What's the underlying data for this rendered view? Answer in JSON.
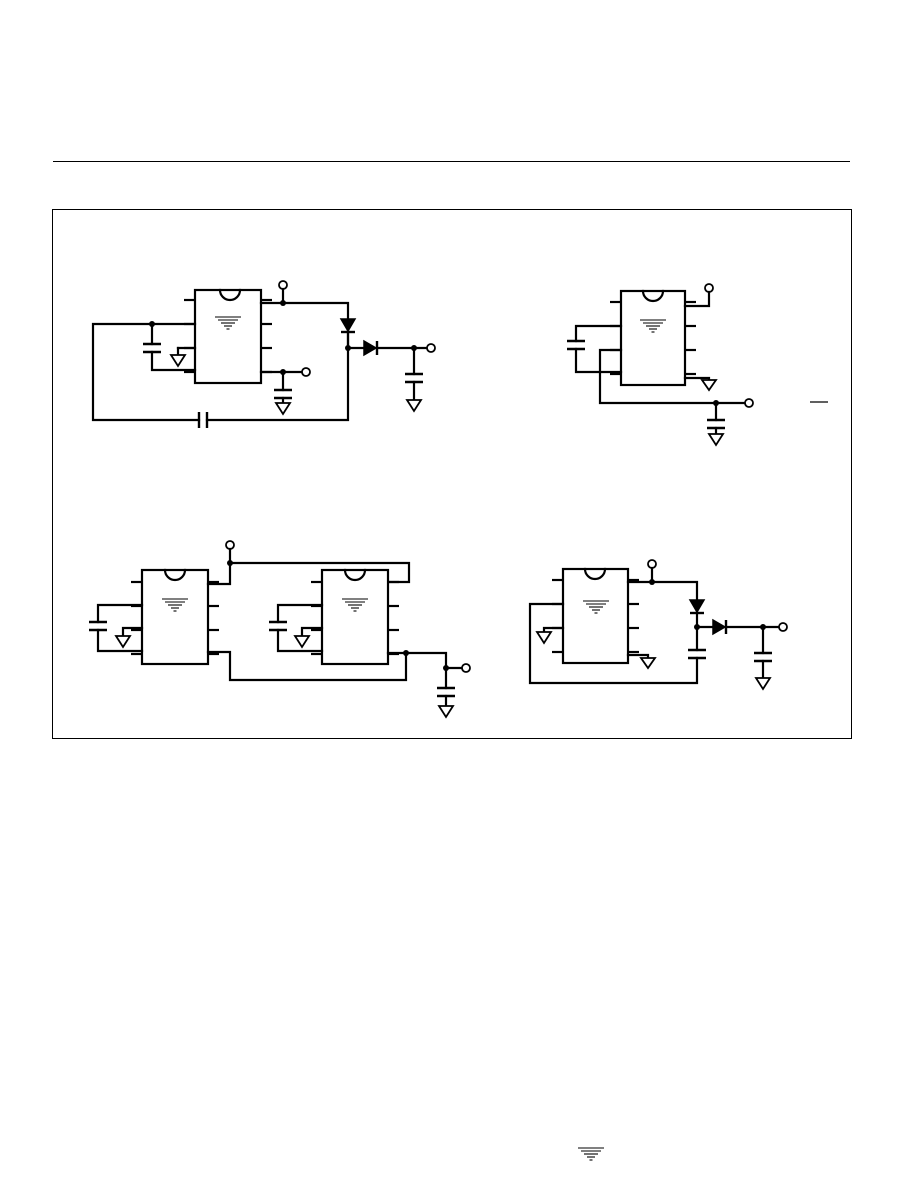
{
  "document": {
    "header_rule": true,
    "figure": {
      "circuits": [
        {
          "id": "voltage-doubler"
        },
        {
          "id": "basic-inverter"
        },
        {
          "id": "cascaded-inverters"
        },
        {
          "id": "positive-doubler"
        }
      ]
    },
    "icons": {
      "chip_logo": "triangle-logo-icon",
      "footer_logo": "triangle-logo-icon"
    }
  }
}
